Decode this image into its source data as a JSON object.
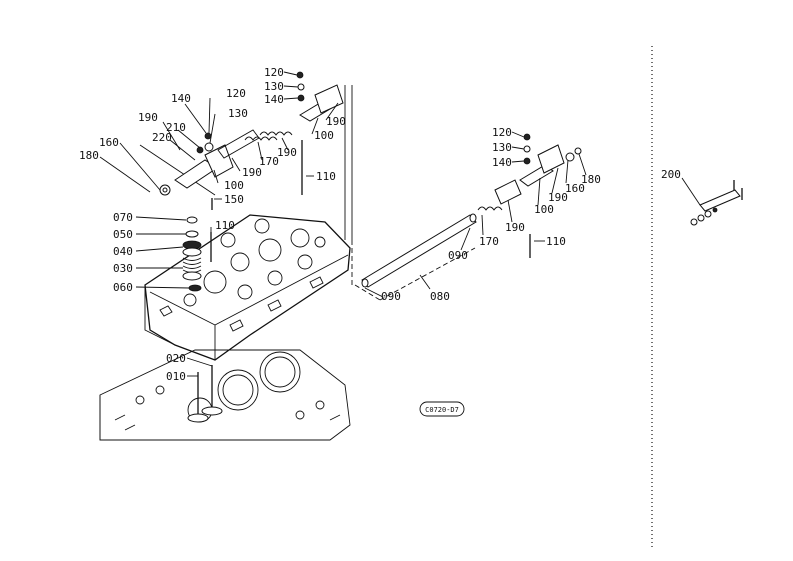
{
  "labels": {
    "l120a": "120",
    "l130a": "130",
    "l140a": "140",
    "l100a": "100",
    "l190a": "190",
    "l140b": "140",
    "l120b": "120",
    "l130b": "130",
    "l190b": "190",
    "l220": "220",
    "l210": "210",
    "l160a": "160",
    "l180a": "180",
    "l100b": "100",
    "l190c": "190",
    "l170a": "170",
    "l190d": "190",
    "l110a": "110",
    "l150": "150",
    "l070": "070",
    "l050": "050",
    "l040": "040",
    "l030": "030",
    "l060": "060",
    "l110b": "110",
    "l020": "020",
    "l010": "010",
    "l120c": "120",
    "l130c": "130",
    "l140c": "140",
    "l160b": "160",
    "l180b": "180",
    "l190e": "190",
    "l100c": "100",
    "l170b": "170",
    "l190f": "190",
    "l110c": "110",
    "l090a": "090",
    "l090b": "090",
    "l080": "080",
    "l200": "200",
    "code": "C0720-D7"
  }
}
